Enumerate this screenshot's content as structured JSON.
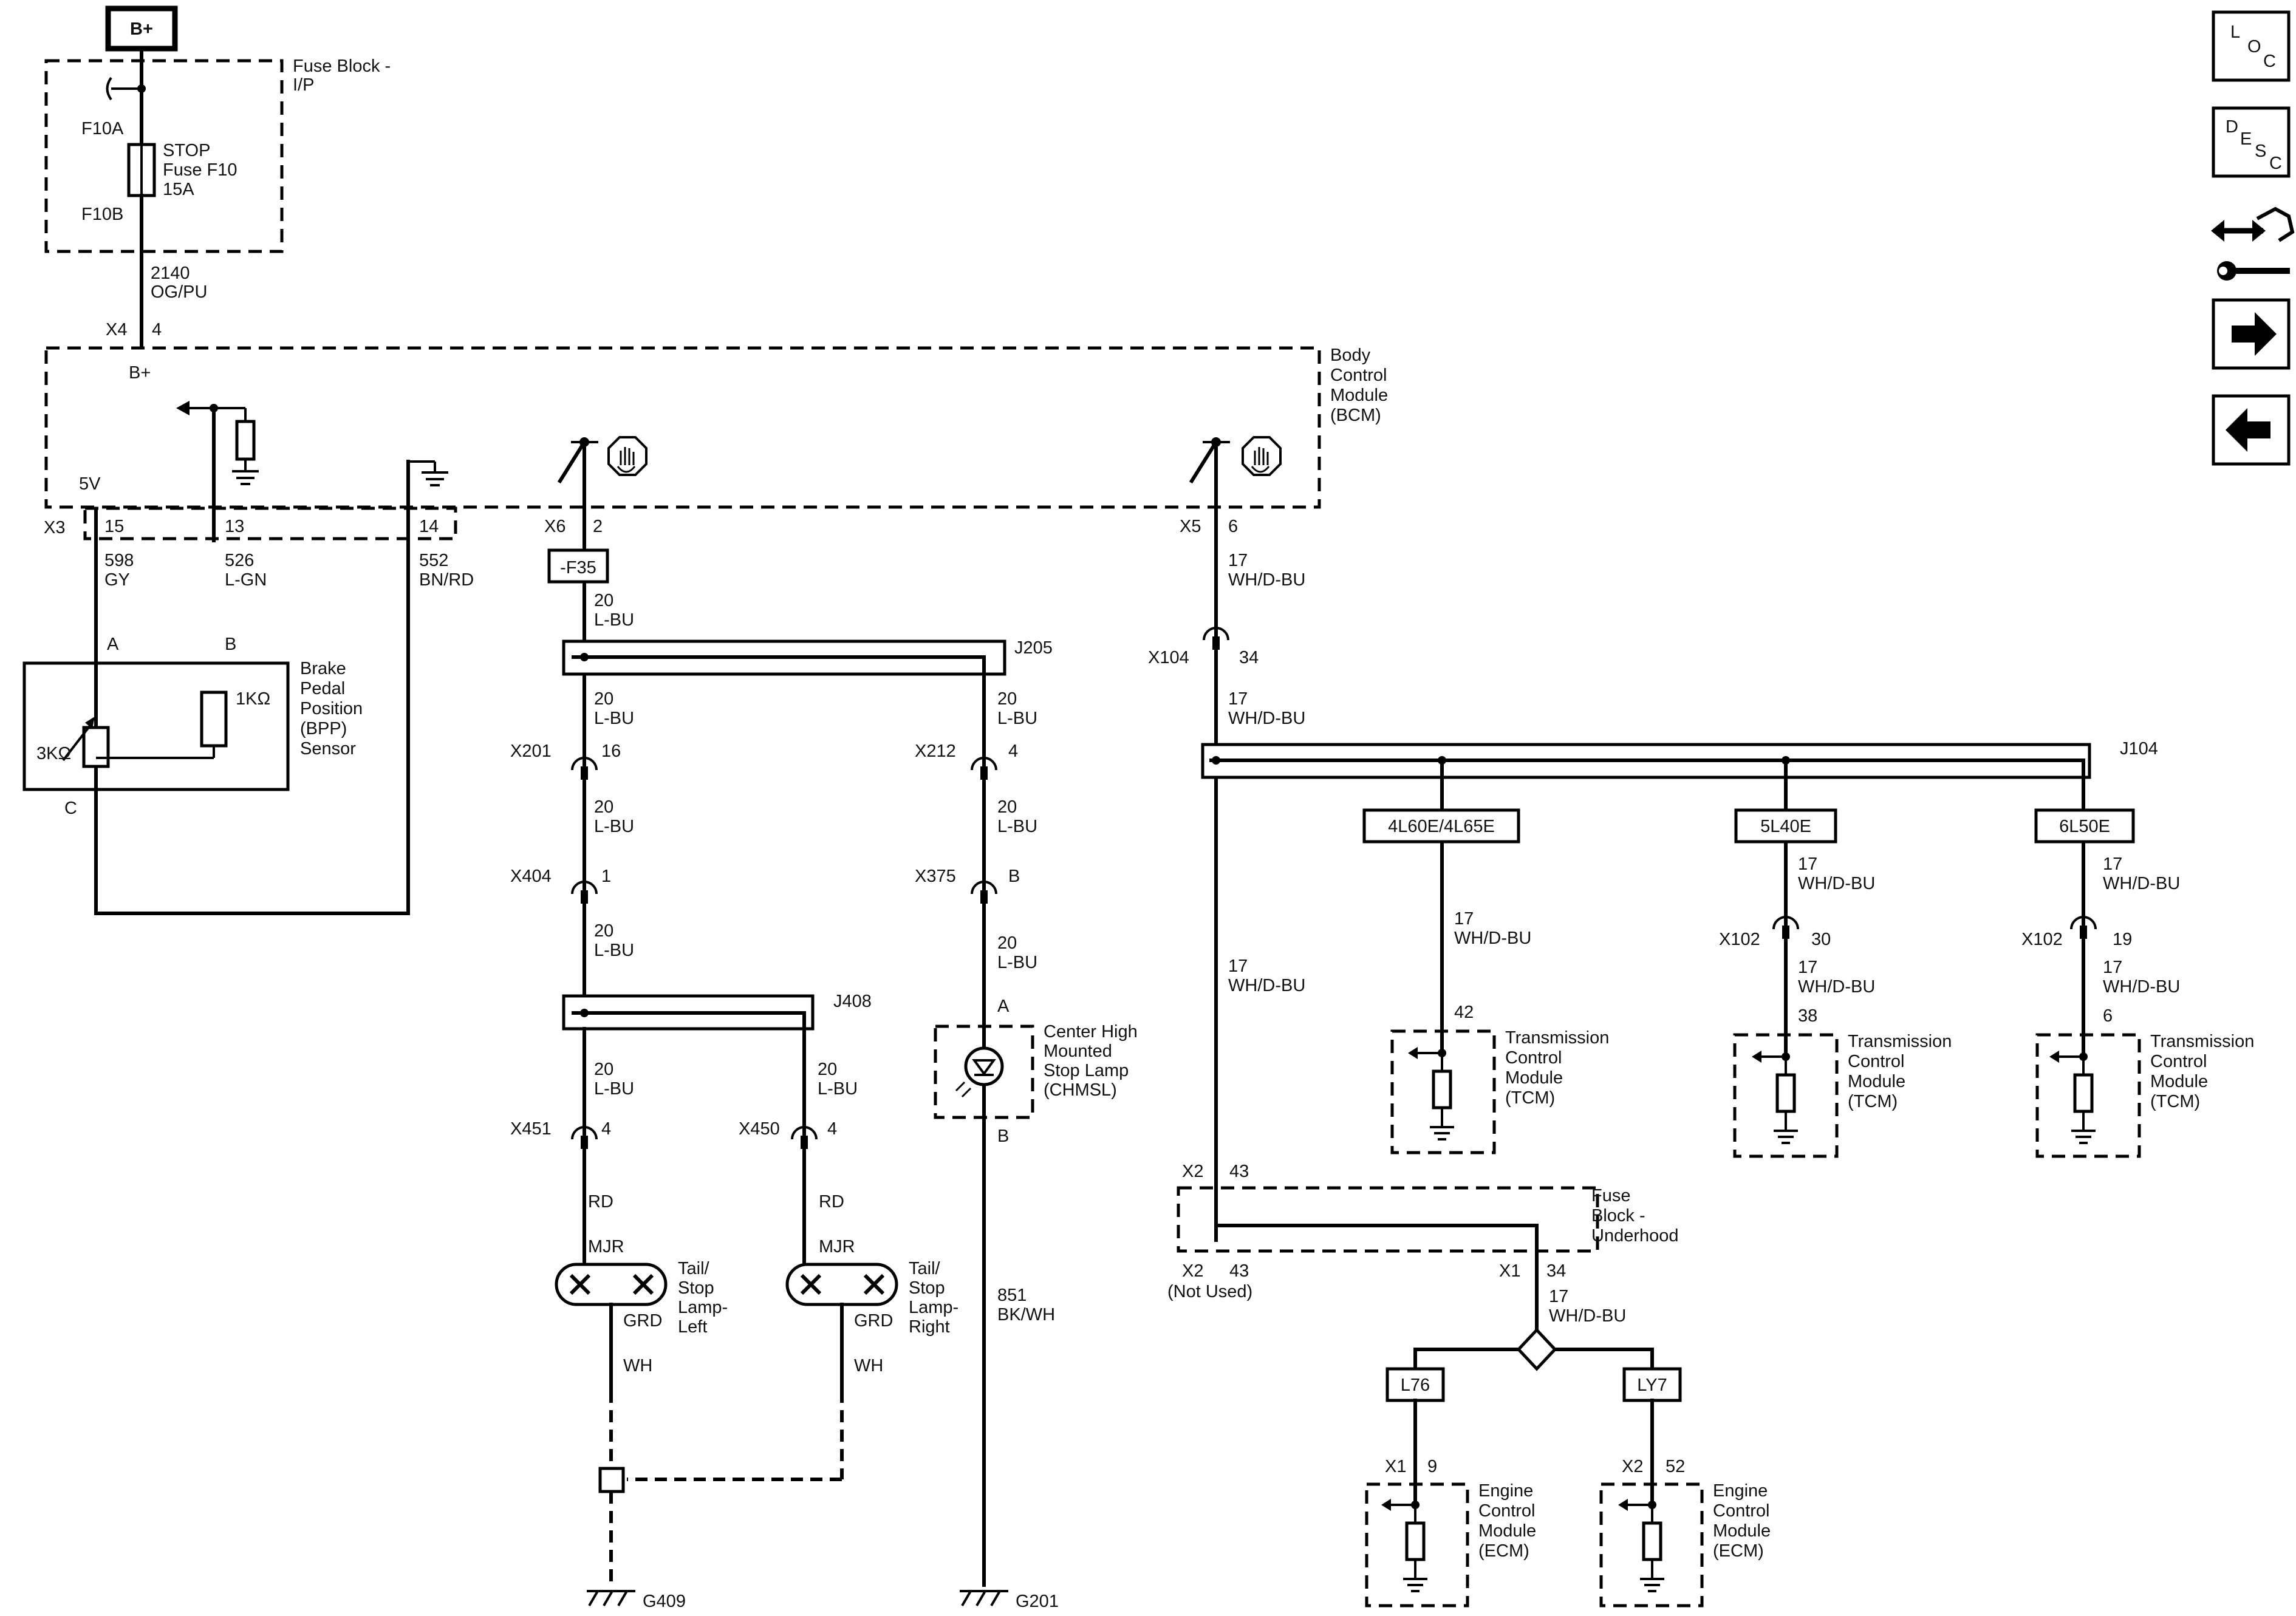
{
  "power": {
    "bplus": "B+"
  },
  "fuse_block_ip": {
    "name_line1": "Fuse Block -",
    "name_line2": "I/P",
    "pin_a": "F10A",
    "pin_b": "F10B",
    "fuse_line1": "STOP",
    "fuse_line2": "Fuse F10",
    "fuse_line3": "15A"
  },
  "wire_2140": {
    "circuit": "2140",
    "color": "OG/PU"
  },
  "bcm": {
    "name_line1": "Body",
    "name_line2": "Control",
    "name_line3": "Module",
    "name_line4": "(BCM)",
    "x4": "X4",
    "x4_pin": "4",
    "bplus": "B+",
    "v5": "5V",
    "x3": "X3",
    "pin15": "15",
    "pin13": "13",
    "pin14": "14",
    "x6": "X6",
    "x6_pin": "2",
    "x5": "X5",
    "x5_pin": "6"
  },
  "bpp_wires": {
    "w598": "598",
    "w598_color": "GY",
    "w526": "526",
    "w526_color": "L-GN",
    "w552": "552",
    "w552_color": "BN/RD"
  },
  "bpp": {
    "pin_a": "A",
    "pin_b": "B",
    "pin_c": "C",
    "r1": "1KΩ",
    "r3": "3KΩ",
    "name_line1": "Brake",
    "name_line2": "Pedal",
    "name_line3": "Position",
    "name_line4": "(BPP)",
    "name_line5": "Sensor"
  },
  "center": {
    "f35": "-F35",
    "g20": "20",
    "lbu": "L-BU",
    "j205": "J205",
    "x201": "X201",
    "x201_pin": "16",
    "x212": "X212",
    "x212_pin": "4",
    "x404": "X404",
    "x404_pin": "1",
    "x375": "X375",
    "x375_pin": "B",
    "j408": "J408",
    "x451": "X451",
    "x451_pin": "4",
    "x450": "X450",
    "x450_pin": "4",
    "rd": "RD",
    "mjr": "MJR",
    "grd": "GRD",
    "wh": "WH",
    "tail_left_1": "Tail/",
    "tail_left_2": "Stop",
    "tail_left_3": "Lamp-",
    "tail_left_4": "Left",
    "tail_right_1": "Tail/",
    "tail_right_2": "Stop",
    "tail_right_3": "Lamp-",
    "tail_right_4": "Right",
    "g409": "G409",
    "chmsl_a": "A",
    "chmsl_b": "B",
    "chmsl_1": "Center High",
    "chmsl_2": "Mounted",
    "chmsl_3": "Stop Lamp",
    "chmsl_4": "(CHMSL)",
    "w851": "851",
    "w851_color": "BK/WH",
    "g201": "G201"
  },
  "right": {
    "g17": "17",
    "whdbu": "WH/D-BU",
    "x104": "X104",
    "x104_pin": "34",
    "j104": "J104",
    "opt1": "4L60E/4L65E",
    "opt2": "5L40E",
    "opt3": "6L50E",
    "x102": "X102",
    "x102_pin_a": "30",
    "x102_pin_b": "19",
    "tcm_pin1": "42",
    "tcm_pin2": "38",
    "tcm_pin3": "6",
    "tcm_1": "Transmission",
    "tcm_2": "Control",
    "tcm_3": "Module",
    "tcm_4": "(TCM)",
    "x2": "X2",
    "x2_pin": "43",
    "x2_bottom": "X2",
    "x2_bottom_pin": "43",
    "not_used": "(Not Used)",
    "fbu_1": "Fuse",
    "fbu_2": "Block -",
    "fbu_3": "Underhood",
    "x1": "X1",
    "x1_pin": "34",
    "l76": "L76",
    "ly7": "LY7",
    "ecm_x1": "X1",
    "ecm_x1_pin": "9",
    "ecm_x2": "X2",
    "ecm_x2_pin": "52",
    "ecm_1": "Engine",
    "ecm_2": "Control",
    "ecm_3": "Module",
    "ecm_4": "(ECM)"
  },
  "nav": {
    "loc_l": "L",
    "loc_o": "O",
    "loc_c": "C",
    "desc_d": "D",
    "desc_e": "E",
    "desc_s": "S",
    "desc_c": "C"
  },
  "icons": {
    "nav": [
      "location-icon",
      "description-icon",
      "connector-repair-icon",
      "next-arrow-icon",
      "previous-arrow-icon"
    ]
  }
}
